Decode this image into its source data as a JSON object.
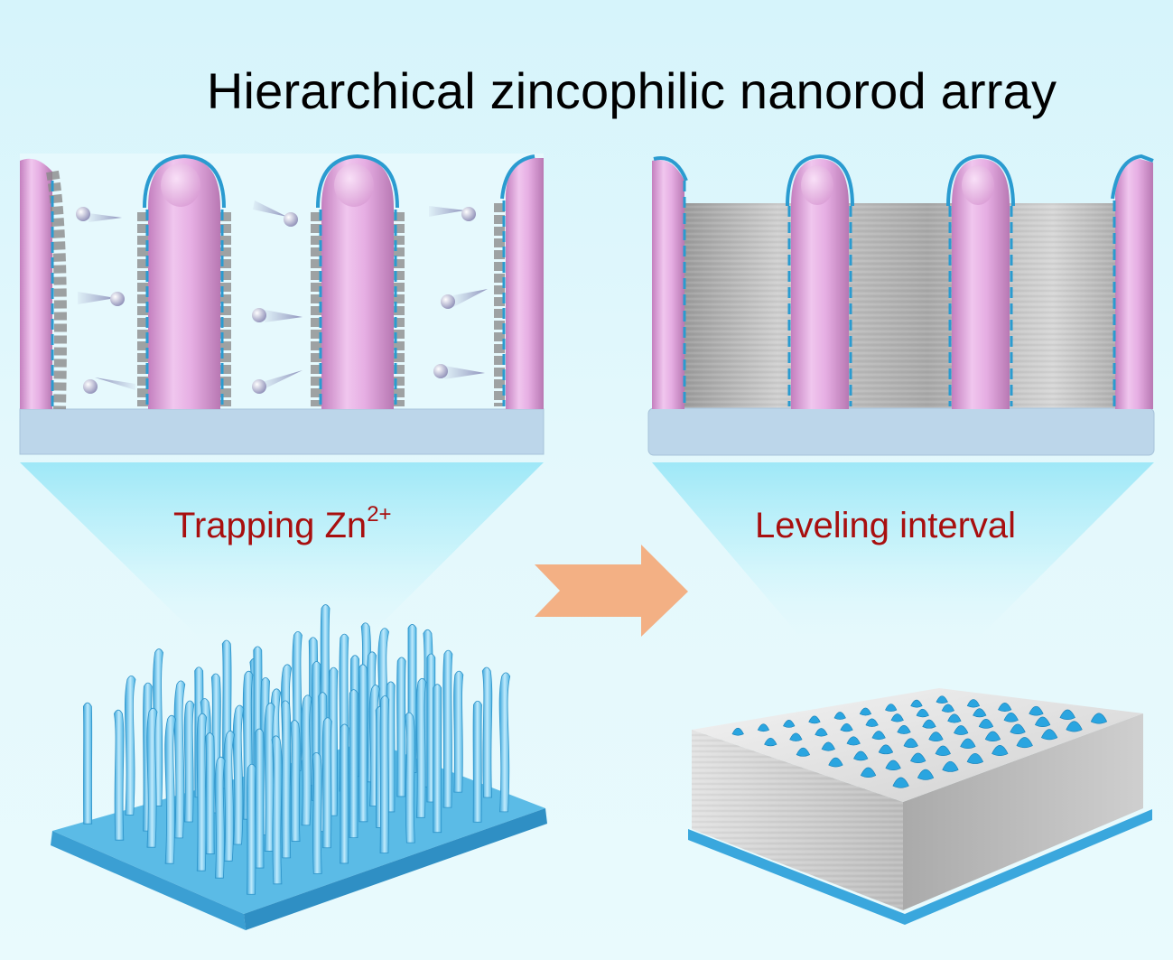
{
  "title": "Hierarchical zincophilic nanorod array",
  "left_panel": {
    "caption_main": "Trapping Zn",
    "caption_sup": "2+"
  },
  "right_panel": {
    "caption": "Leveling interval"
  },
  "colors": {
    "rod_pink": "#e4a9df",
    "base_blue": "#bcd6ea",
    "zn_gray": "#bfbfbf",
    "caption_red": "#a80f0f",
    "arrow_orange": "#f3b084",
    "nanorod_blue": "#6ac8ee"
  }
}
